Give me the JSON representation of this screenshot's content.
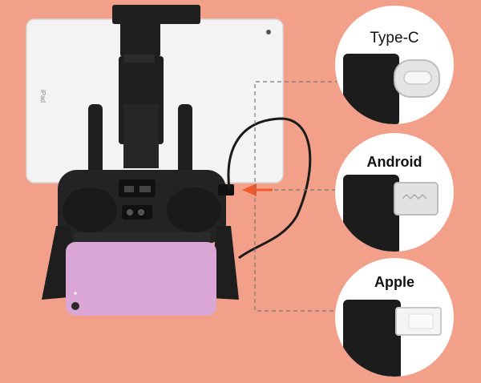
{
  "product_photo": {
    "tablet_brand": "iPad"
  },
  "connectors": [
    {
      "label": "Type-C",
      "connector": "usb-type-c-connector"
    },
    {
      "label": "Android",
      "connector": "micro-usb-connector"
    },
    {
      "label": "Apple",
      "connector": "lightning-connector"
    }
  ],
  "colors": {
    "background": "#f2a08a",
    "device_black": "#1c1c1c",
    "phone_pink": "#d9a6d6",
    "tablet_white": "#f2f2f2",
    "arrow_orange": "#f05a28"
  }
}
